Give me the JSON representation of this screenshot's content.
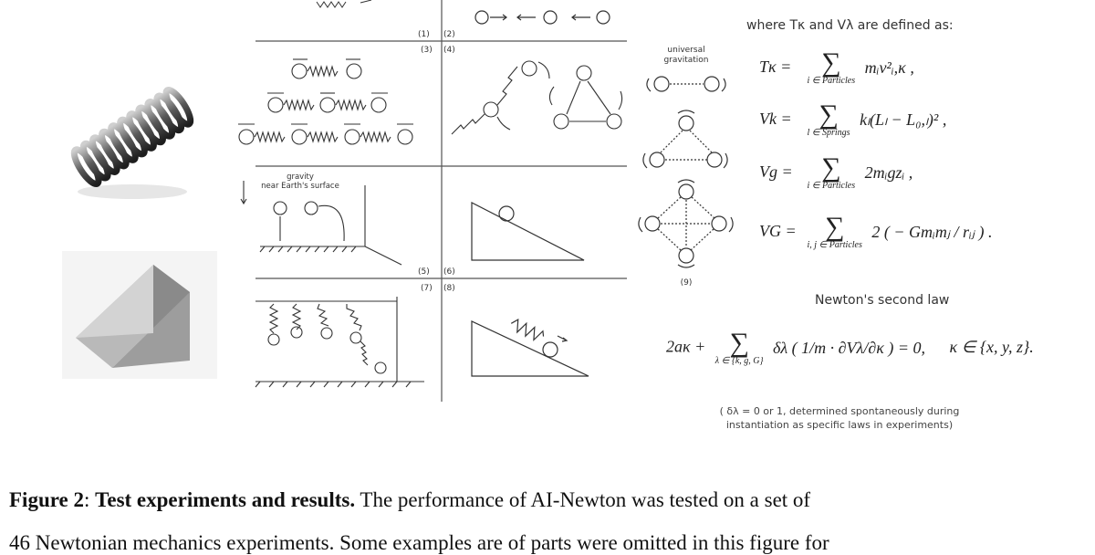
{
  "figure": {
    "panel_numbers": {
      "p1": "(1)",
      "p2": "(2)",
      "p3": "(3)",
      "p4": "(4)",
      "p5": "(5)",
      "p6": "(6)",
      "p7": "(7)",
      "p8": "(8)",
      "p9": "(9)"
    },
    "gravity_label_line1": "gravity",
    "gravity_label_line2": "near Earth's surface",
    "universal_label_line1": "universal",
    "universal_label_line2": "gravitation"
  },
  "equations": {
    "intro": "where Tκ and Vλ are defined as:",
    "tk": {
      "lhs": "Tκ =",
      "sub": "i ∈ Particles",
      "term": "mᵢv²ᵢ,κ ,"
    },
    "vk": {
      "lhs": "Vk =",
      "sub": "l ∈ Springs",
      "term": "kₗ(Lₗ − L₀,ₗ)² ,"
    },
    "vg": {
      "lhs": "Vg =",
      "sub": "i ∈ Particles",
      "term": "2mᵢgzᵢ ,"
    },
    "vG": {
      "lhs": "VG =",
      "sub": "i, j ∈ Particles",
      "term": "2 ( − Gmᵢmⱼ / rᵢⱼ ) ."
    },
    "newton_title": "Newton's second law",
    "newton": {
      "lhs": "2aκ +",
      "sub": "λ ∈ {k, g, G}",
      "term": "δλ ( 1/m · ∂Vλ/∂κ ) = 0,",
      "domain": "κ ∈ {x, y, z}."
    },
    "note_line1": "( δλ = 0 or 1, determined spontaneously during",
    "note_line2": "instantiation as specific laws in experiments)"
  },
  "caption": {
    "label": "Figure 2",
    "sep": ": ",
    "title": "Test experiments and results.",
    "text": " The performance of AI-Newton was tested on a set of",
    "line2": "46 Newtonian mechanics experiments. Some examples are of parts were omitted in this figure for"
  }
}
